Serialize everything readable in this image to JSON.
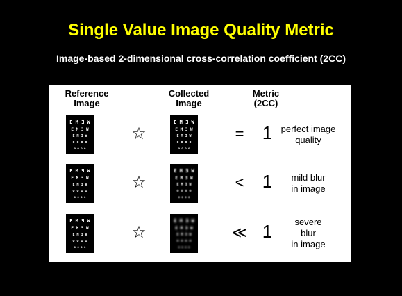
{
  "title": "Single Value Image Quality Metric",
  "subtitle": "Image-based 2-dimensional cross-correlation coefficient (2CC)",
  "headers": {
    "reference": [
      "Reference",
      "Image"
    ],
    "collected": [
      "Collected",
      "Image"
    ],
    "metric": [
      "Metric",
      "(2CC)"
    ]
  },
  "chart_rows": [
    "E M Ǝ W",
    "E M Ǝ W",
    "E M Ǝ W",
    "o o o o",
    "o o o o"
  ],
  "rows": [
    {
      "star": "☆",
      "operator": "=",
      "value": "1",
      "note": [
        "perfect image",
        "quality"
      ]
    },
    {
      "star": "☆",
      "operator": "<",
      "value": "1",
      "note": [
        "mild blur",
        "in image"
      ]
    },
    {
      "star": "☆",
      "operator": "≪",
      "value": "1",
      "note": [
        "severe",
        "blur",
        "in image"
      ]
    }
  ],
  "colors": {
    "title": "#FFFF00",
    "background": "#000000",
    "panel": "#FFFFFF"
  }
}
